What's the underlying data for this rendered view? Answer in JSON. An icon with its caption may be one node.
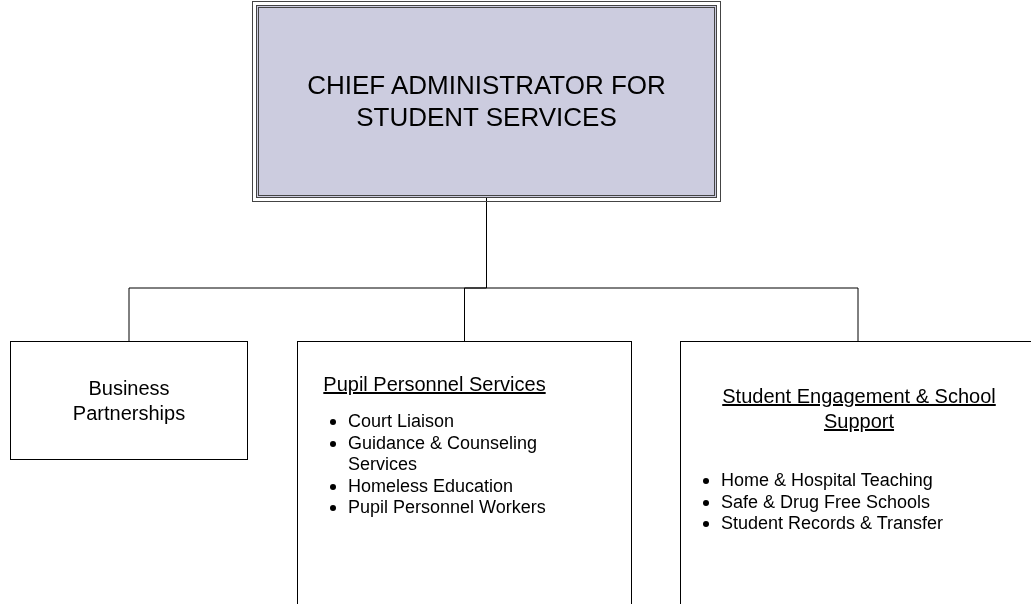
{
  "diagram": {
    "nodes": [
      {
        "text": [
          "CHIEF ADMINISTRATOR FOR STUDENT SERVICES"
        ]
      },
      {
        "text": [
          "Business Partnerships"
        ]
      },
      {
        "text": [
          "Pupil Personnel Services",
          "Court Liaison",
          "Guidance & Counseling Services",
          "Homeless Education",
          "Pupil Personnel Workers"
        ]
      },
      {
        "text": [
          "Student Engagement & School Support",
          "Home & Hospital Teaching",
          "Safe & Drug Free Schools",
          "Student Records & Transfer"
        ]
      }
    ],
    "edges": [
      {
        "from": 0,
        "to": 1,
        "arrow": "none"
      },
      {
        "from": 0,
        "to": 2,
        "arrow": "none"
      },
      {
        "from": 0,
        "to": 3,
        "arrow": "none"
      }
    ]
  }
}
